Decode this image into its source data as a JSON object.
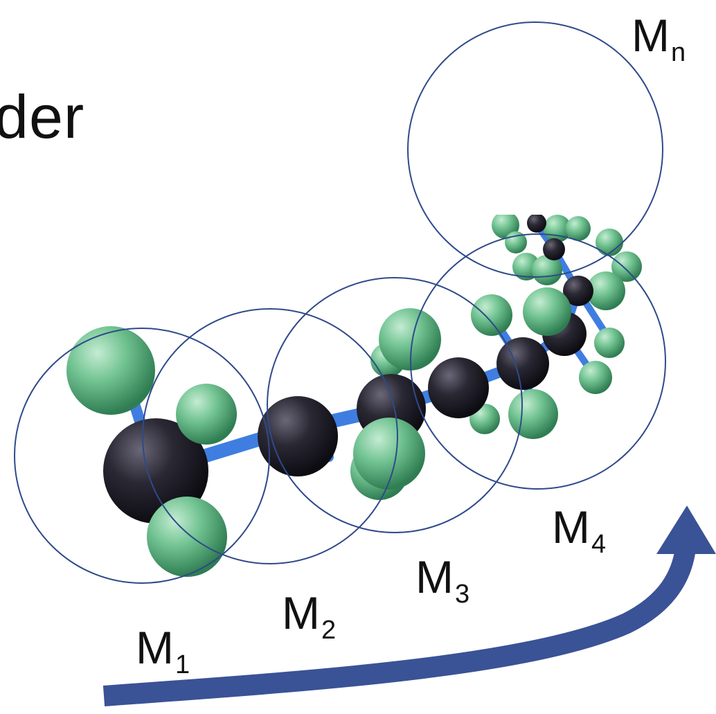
{
  "title_fragment": "der",
  "monomers": [
    {
      "base": "M",
      "sub": "1"
    },
    {
      "base": "M",
      "sub": "2"
    },
    {
      "base": "M",
      "sub": "3"
    },
    {
      "base": "M",
      "sub": "4"
    },
    {
      "base": "M",
      "sub": "n"
    }
  ],
  "colors": {
    "circle_stroke": "#2f4a8a",
    "arrow": "#3a5296",
    "carbon": "#1c1b24",
    "hydrogen": "#6fbf8e",
    "bond": "#3f7ee0"
  },
  "icons": {
    "molecule": "polymer-chain-illustration",
    "arrow": "growth-direction-arrow"
  }
}
